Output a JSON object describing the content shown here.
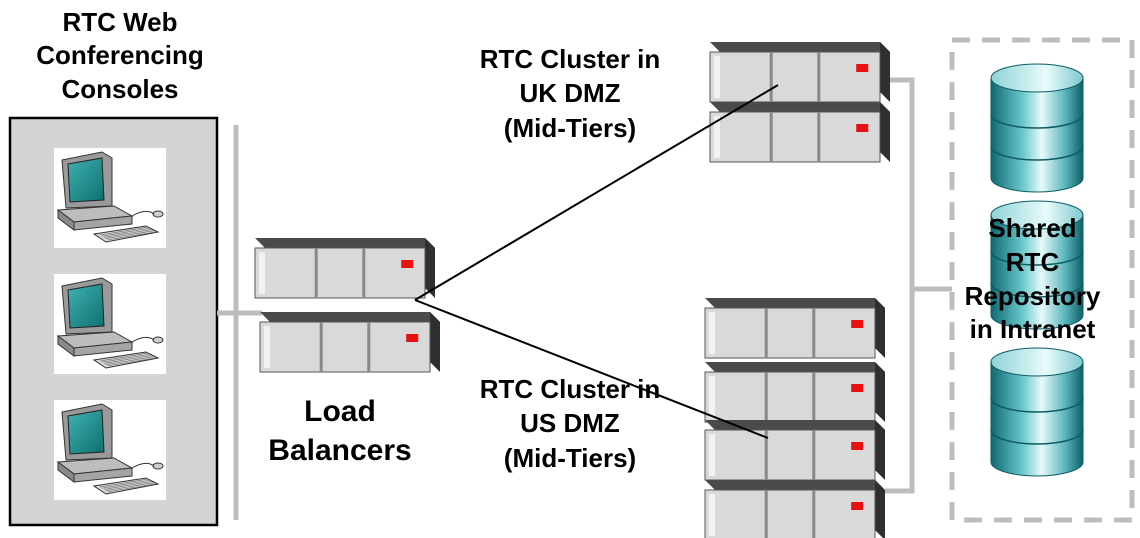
{
  "consoles": {
    "title_lines": [
      "RTC  Web",
      "Conferencing",
      "Consoles"
    ],
    "workstation_count": 3
  },
  "load_balancers": {
    "title_lines": [
      "Load",
      "Balancers"
    ],
    "server_count": 2
  },
  "uk_cluster": {
    "title_lines": [
      "RTC Cluster in",
      "UK  DMZ",
      "(Mid-Tiers)"
    ],
    "server_count": 2
  },
  "us_cluster": {
    "title_lines": [
      "RTC Cluster in",
      "US DMZ",
      "(Mid-Tiers)"
    ],
    "server_count": 4
  },
  "repository": {
    "title_lines": [
      "Shared",
      "RTC",
      "Repository",
      "in Intranet"
    ],
    "database_count": 3
  },
  "colors": {
    "server_face": "#d9d9d9",
    "server_top": "#4a4a4a",
    "server_led": "#e81010",
    "console_panel": "#d4d4d4",
    "connector_gray": "#bdbdbd",
    "db_teal": "#3a9ea4",
    "monitor_screen": "#1e8a8a"
  },
  "icons": {
    "server": "server-icon",
    "workstation": "workstation-icon",
    "database": "database-icon"
  }
}
